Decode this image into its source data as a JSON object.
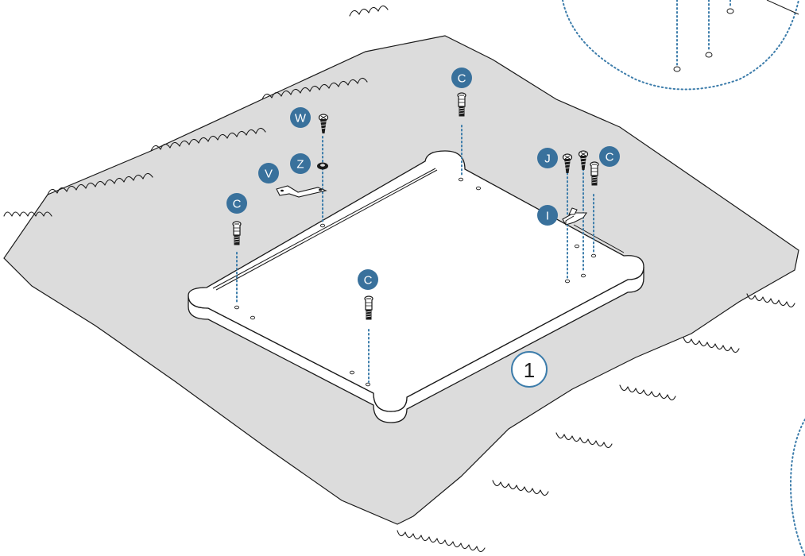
{
  "diagram": {
    "step_number": "1",
    "colors": {
      "callout_fill": "#39719c",
      "guide_line": "#3d7dab",
      "mat": "#dcdcdc",
      "panel": "#ffffff",
      "ink": "#1a1a1a"
    },
    "parts": {
      "cam_bolt_top": "C",
      "cam_bolt_left": "C",
      "cam_bolt_center": "C",
      "cam_bolt_right": "C",
      "screw_w": "W",
      "washer_z": "Z",
      "bracket_v": "V",
      "screw_j": "J",
      "clip_i": "I"
    },
    "icons": [
      "cam-bolt-icon",
      "screw-icon",
      "washer-icon",
      "bracket-icon",
      "clip-icon"
    ]
  }
}
